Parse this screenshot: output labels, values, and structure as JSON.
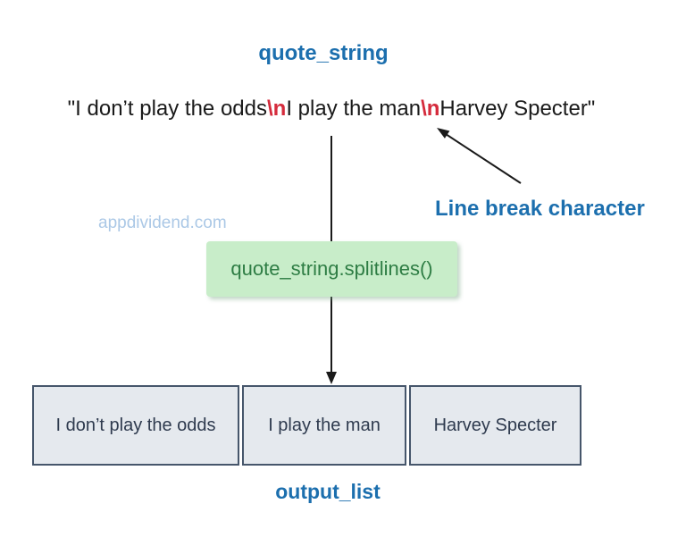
{
  "colors": {
    "accent_blue": "#1c6fae",
    "escape_red": "#d52b3c",
    "green_box_bg": "#c8edc9",
    "green_box_text": "#2e7d44",
    "cell_bg": "#e5e9ee",
    "cell_border": "#46566b",
    "cell_text": "#2e3a4e",
    "watermark_blue": "#abc8e6",
    "arrow_black": "#1a1a1a"
  },
  "title": "quote_string",
  "quote_string": {
    "parts": [
      {
        "type": "text",
        "text": "\"I don’t play the odds"
      },
      {
        "type": "escape",
        "text": "\\n"
      },
      {
        "type": "text",
        "text": "I play the man"
      },
      {
        "type": "escape",
        "text": "\\n"
      },
      {
        "type": "text",
        "text": "Harvey Specter\""
      }
    ]
  },
  "annotation": {
    "label": "Line break character"
  },
  "watermark": {
    "text": "appdividend.com"
  },
  "method_box": {
    "code": "quote_string.splitlines()"
  },
  "output": {
    "label": "output_list",
    "cells": [
      "I don’t play the odds",
      "I play the man",
      "Harvey Specter"
    ]
  }
}
